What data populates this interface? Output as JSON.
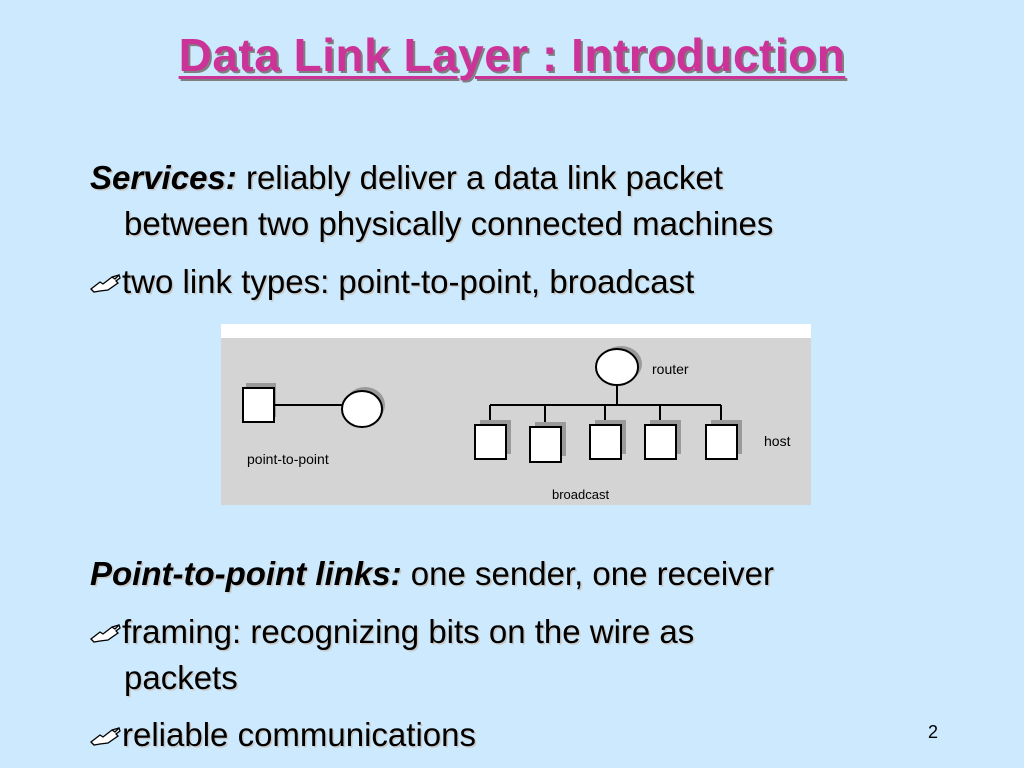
{
  "title": "Data Link Layer : Introduction",
  "services": {
    "label": "Services:",
    "text_line1": " reliably deliver a data link packet",
    "text_line2": "between two physically connected machines"
  },
  "bullets_top": [
    {
      "text": "two link types: point-to-point, broadcast",
      "icon": "hand-pointing-icon"
    }
  ],
  "figure": {
    "labels": {
      "point_to_point": "point-to-point",
      "router": "router",
      "host": "host",
      "broadcast": "broadcast"
    }
  },
  "ptp": {
    "label": "Point-to-point links:",
    "text": " one sender, one receiver"
  },
  "bullets_bottom": [
    {
      "line1": "framing: recognizing bits on the wire as",
      "line2": "packets",
      "icon": "hand-pointing-icon"
    },
    {
      "line1": "reliable communications",
      "icon": "hand-pointing-icon"
    }
  ],
  "page_number": "2"
}
